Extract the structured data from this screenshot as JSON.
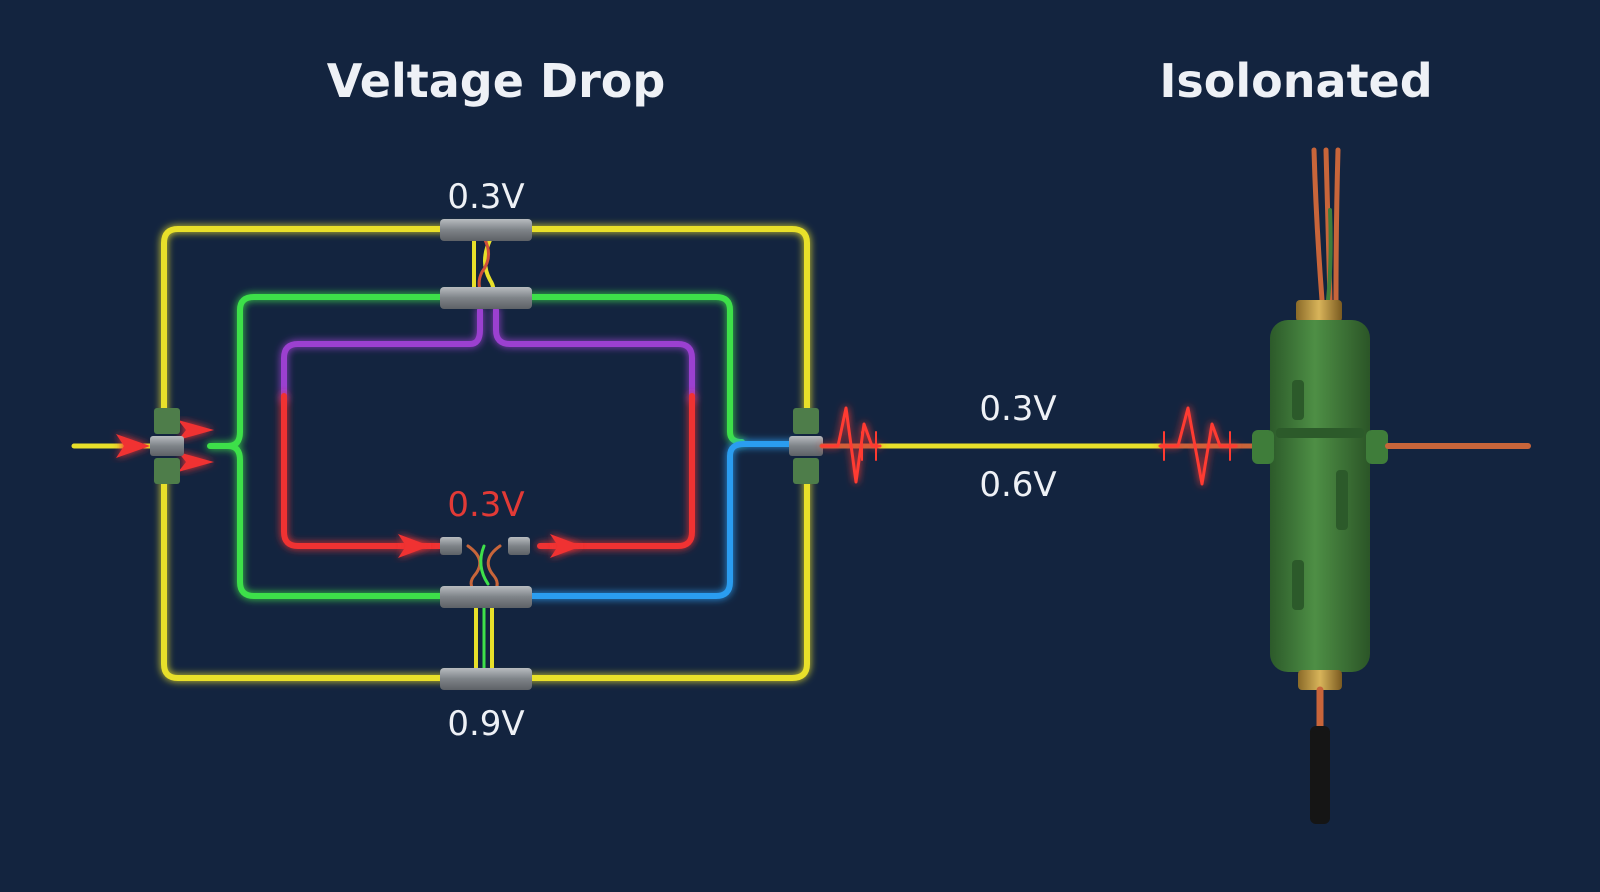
{
  "titles": {
    "left": "Veltage Drop",
    "right": "Isolonated"
  },
  "labels": {
    "top": "0.3V",
    "middle": "0.3V",
    "bottom": "0.9V",
    "line_upper": "0.3V",
    "line_lower": "0.6V"
  },
  "colors": {
    "background": "#13243f",
    "yellow_wire": "#e8e02a",
    "green_wire": "#3ee04a",
    "purple_wire": "#9b3fd0",
    "red_wire": "#f03030",
    "blue_wire": "#2a9df0",
    "copper_wire": "#c8653a",
    "insulator": "#3f7d3a",
    "connector": "#8f9498",
    "highlight_label": "#e23a36",
    "text": "#eef1f6"
  }
}
